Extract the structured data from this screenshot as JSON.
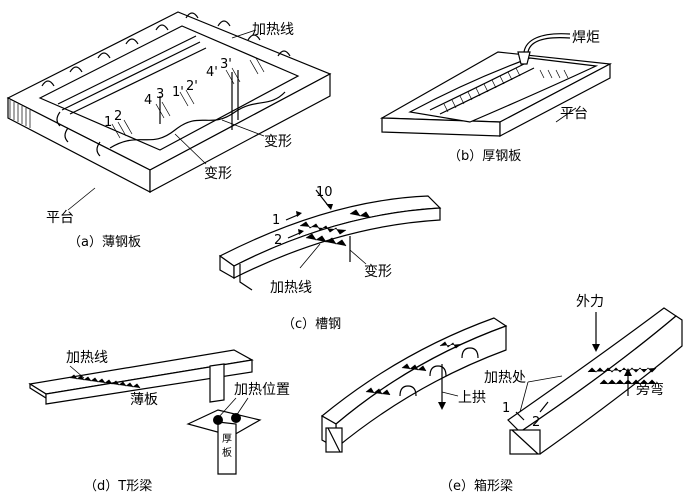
{
  "panel_a": {
    "caption": "（a）薄钢板",
    "heating_line": "加热线",
    "deform_1": "变形",
    "deform_2": "变形",
    "platform": "平台",
    "n1": "1",
    "n2": "2",
    "n3": "3",
    "n4": "4",
    "n1p": "1'",
    "n2p": "2'",
    "n3p": "3'",
    "n4p": "4'"
  },
  "panel_b": {
    "caption": "（b）厚钢板",
    "torch": "焊炬",
    "platform": "平台"
  },
  "panel_c": {
    "caption": "（c）槽钢",
    "n10": "10",
    "n1": "1",
    "n2": "2",
    "deform": "变形",
    "heating_line": "加热线"
  },
  "panel_d": {
    "caption": "（d）T形梁",
    "heating_line": "加热线",
    "thin_plate": "薄板",
    "heating_position": "加热位置",
    "thick_plate": "厚板"
  },
  "panel_e": {
    "caption": "（e）箱形梁",
    "external_force": "外力",
    "heating_spot": "加热处",
    "upward_arch": "上拱",
    "side_bend": "旁弯",
    "n1": "1",
    "n2": "2"
  }
}
